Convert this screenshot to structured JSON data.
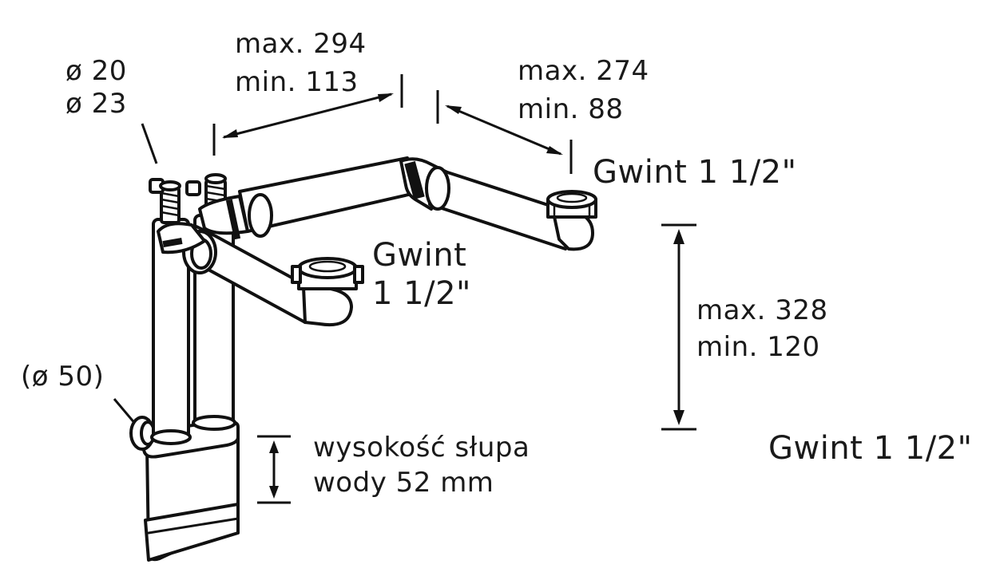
{
  "labels": {
    "diam_20": "ø 20",
    "diam_23": "ø 23",
    "max_294": "max. 294",
    "min_113": "min. 113",
    "max_274": "max. 274",
    "min_88": "min. 88",
    "thread_right": "Gwint 1 1/2\"",
    "thread_mid_line1": "Gwint",
    "thread_mid_line2": "1 1/2\"",
    "max_328": "max. 328",
    "min_120": "min. 120",
    "thread_bottom_right": "Gwint 1 1/2\"",
    "diam_50": "(ø 50)",
    "water_column_line1": "wysokość słupa",
    "water_column_line2": "wody 52 mm"
  }
}
